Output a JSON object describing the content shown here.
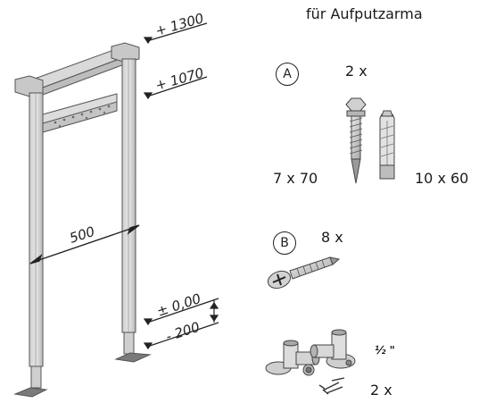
{
  "title": "für Aufputzarma",
  "dimensions": {
    "top": "+ 1300",
    "mid": "+ 1070",
    "zero": "± 0,00",
    "below": "- 200",
    "width": "500"
  },
  "parts": {
    "a": {
      "letter": "A",
      "quantity": "2 x",
      "screw_size": "7 x 70",
      "dowel_size": "10 x 60"
    },
    "b": {
      "letter": "B",
      "quantity": "8 x"
    },
    "fitting": {
      "size": "½ \"",
      "quantity": "2 x"
    }
  }
}
